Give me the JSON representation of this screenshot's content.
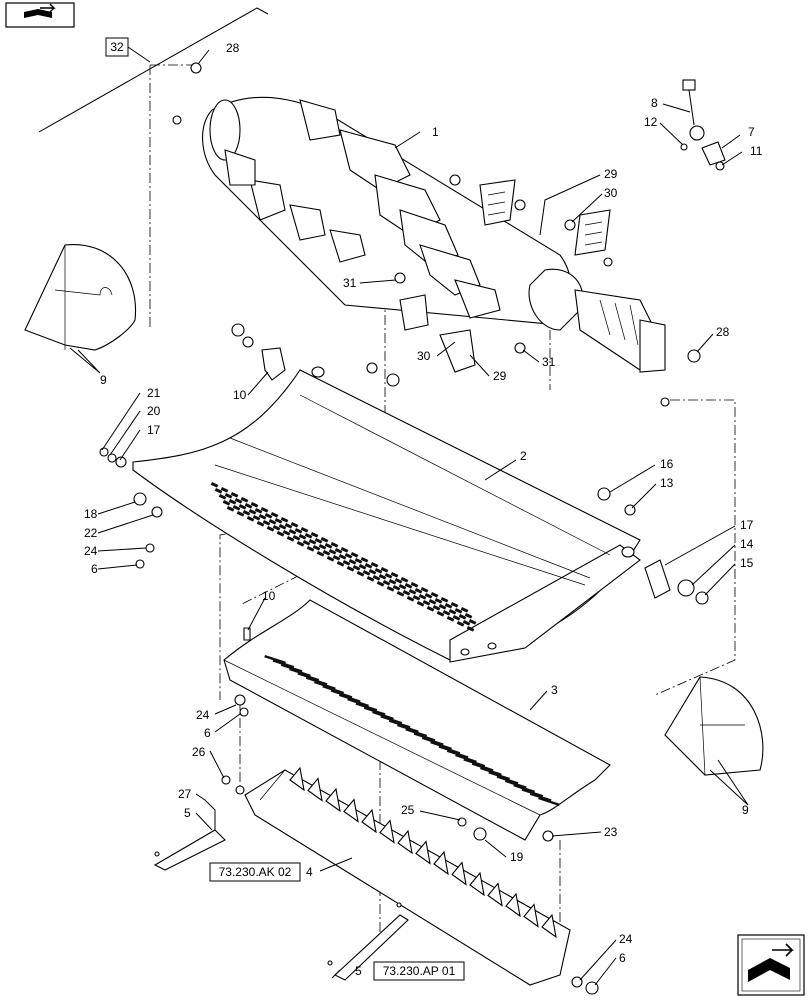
{
  "callouts": [
    {
      "id": "c28a",
      "text": "28"
    },
    {
      "id": "c1",
      "text": "1"
    },
    {
      "id": "c8",
      "text": "8"
    },
    {
      "id": "c12",
      "text": "12"
    },
    {
      "id": "c7",
      "text": "7"
    },
    {
      "id": "c11",
      "text": "11"
    },
    {
      "id": "c29a",
      "text": "29"
    },
    {
      "id": "c30a",
      "text": "30"
    },
    {
      "id": "c31a",
      "text": "31"
    },
    {
      "id": "c28b",
      "text": "28"
    },
    {
      "id": "c30b",
      "text": "30"
    },
    {
      "id": "c31b",
      "text": "31"
    },
    {
      "id": "c29b",
      "text": "29"
    },
    {
      "id": "c9a",
      "text": "9"
    },
    {
      "id": "c10a",
      "text": "10"
    },
    {
      "id": "c21",
      "text": "21"
    },
    {
      "id": "c20",
      "text": "20"
    },
    {
      "id": "c17a",
      "text": "17"
    },
    {
      "id": "c2",
      "text": "2"
    },
    {
      "id": "c16",
      "text": "16"
    },
    {
      "id": "c13",
      "text": "13"
    },
    {
      "id": "c18",
      "text": "18"
    },
    {
      "id": "c22",
      "text": "22"
    },
    {
      "id": "c24a",
      "text": "24"
    },
    {
      "id": "c6a",
      "text": "6"
    },
    {
      "id": "c17b",
      "text": "17"
    },
    {
      "id": "c14",
      "text": "14"
    },
    {
      "id": "c15",
      "text": "15"
    },
    {
      "id": "c10b",
      "text": "10"
    },
    {
      "id": "c24b",
      "text": "24"
    },
    {
      "id": "c6b",
      "text": "6"
    },
    {
      "id": "c3",
      "text": "3"
    },
    {
      "id": "c26",
      "text": "26"
    },
    {
      "id": "c27",
      "text": "27"
    },
    {
      "id": "c5a",
      "text": "5"
    },
    {
      "id": "c25",
      "text": "25"
    },
    {
      "id": "c23",
      "text": "23"
    },
    {
      "id": "c19",
      "text": "19"
    },
    {
      "id": "c9b",
      "text": "9"
    },
    {
      "id": "c4",
      "text": "4"
    },
    {
      "id": "c5b",
      "text": "5"
    },
    {
      "id": "c24c",
      "text": "24"
    },
    {
      "id": "c6c",
      "text": "6"
    }
  ],
  "references": {
    "ref32": "32",
    "refAK": "73.230.AK 02",
    "refAP": "73.230.AP 01"
  },
  "icons": {
    "top_left": "book-arrow-icon",
    "bottom_right": "next-page-arrow-icon"
  }
}
